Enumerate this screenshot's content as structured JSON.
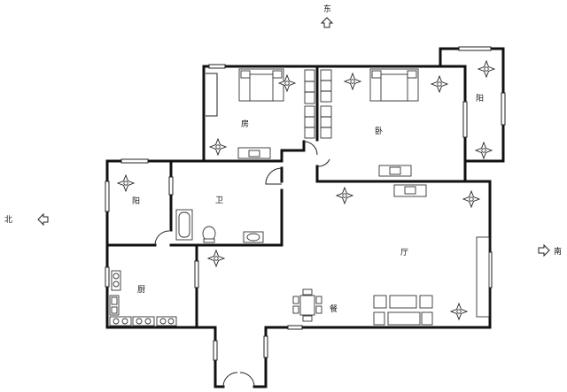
{
  "compass": {
    "east": "东",
    "north": "北",
    "south": "南"
  },
  "rooms": {
    "bedroom_small": "房",
    "bedroom_master": "卧",
    "balcony_east": "阳",
    "balcony_west": "阳",
    "bathroom": "卫",
    "kitchen": "厨",
    "living_room": "厅",
    "dining": "餐"
  },
  "icons": {
    "compass_arrow": "arrow-outline",
    "ceiling_light": "four-point-star-lamp"
  }
}
